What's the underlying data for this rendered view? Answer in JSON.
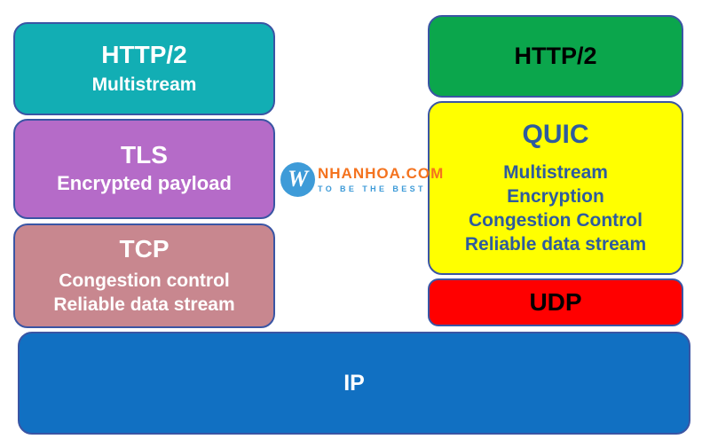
{
  "stacks": {
    "left": {
      "layers": [
        {
          "title": "HTTP/2",
          "features": [
            "Multistream"
          ],
          "color": "#12aeb4",
          "text_color": "#ffffff"
        },
        {
          "title": "TLS",
          "features": [
            "Encrypted payload"
          ],
          "color": "#b56bc8",
          "text_color": "#ffffff"
        },
        {
          "title": "TCP",
          "features": [
            "Congestion control",
            "Reliable data stream"
          ],
          "color": "#c8878f",
          "text_color": "#ffffff"
        }
      ]
    },
    "right": {
      "layers": [
        {
          "title": "HTTP/2",
          "features": [],
          "color": "#0ba64c",
          "text_color": "#000000"
        },
        {
          "title": "QUIC",
          "features": [
            "Multistream",
            "Encryption",
            "Congestion Control",
            "Reliable data stream"
          ],
          "color": "#ffff00",
          "text_color": "#2e5b9e"
        },
        {
          "title": "UDP",
          "features": [],
          "color": "#ff0000",
          "text_color": "#000000"
        }
      ]
    },
    "base": {
      "title": "IP",
      "color": "#1170c2",
      "text_color": "#ffffff"
    }
  },
  "watermark": {
    "monogram": "W",
    "brand": "NHANHOA.COM",
    "tagline": "TO BE THE BEST",
    "colors": {
      "circle": "#3e9bd8",
      "brand": "#f4731f",
      "tagline": "#3e9bd8"
    }
  }
}
